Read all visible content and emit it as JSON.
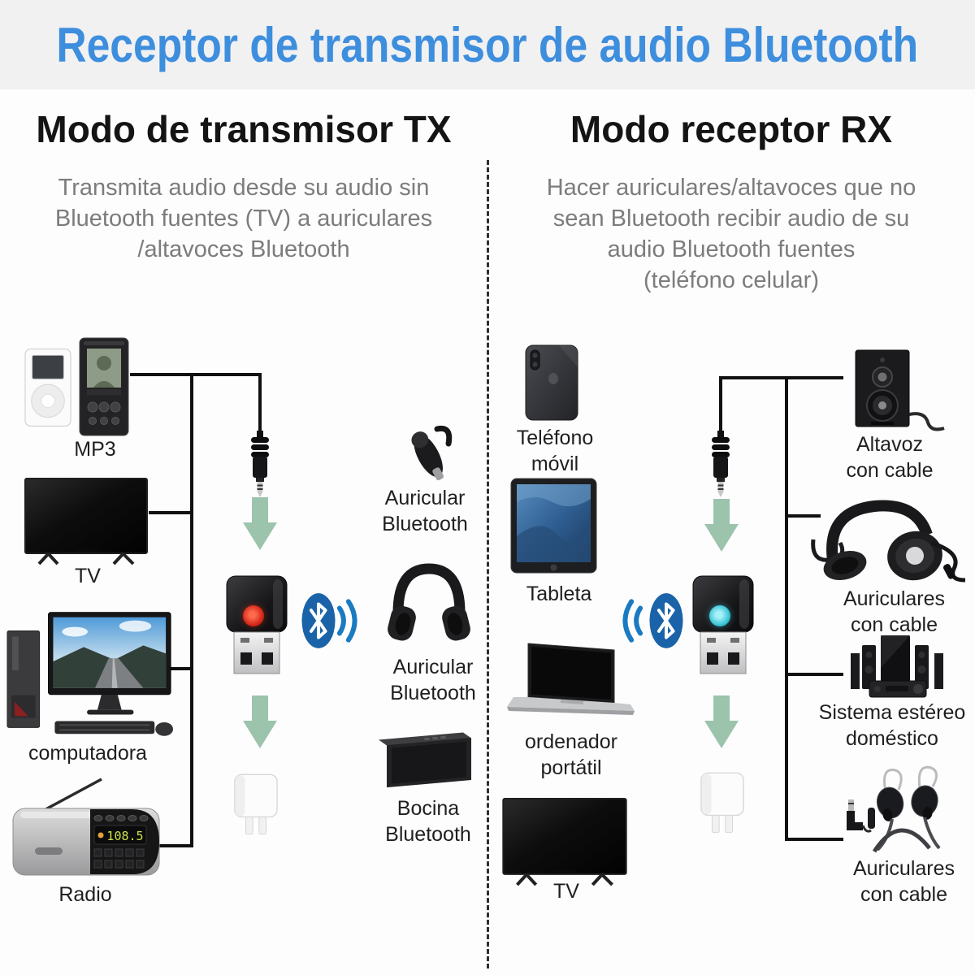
{
  "banner": {
    "title": "Receptor de transmisor de audio Bluetooth"
  },
  "tx": {
    "heading": "Modo de transmisor TX",
    "description": "Transmita audio desde su audio sin\nBluetooth fuentes (TV) a auriculares\n/altavoces Bluetooth",
    "sources": {
      "mp3": "MP3",
      "tv": "TV",
      "computer": "computadora",
      "radio": "Radio"
    },
    "outputs": {
      "earpiece": "Auricular\nBluetooth",
      "headphones": "Auricular\nBluetooth",
      "speaker": "Bocina\nBluetooth"
    }
  },
  "rx": {
    "heading": "Modo receptor RX",
    "description": "Hacer auriculares/altavoces que no\nsean Bluetooth recibir audio de su\naudio Bluetooth fuentes\n(teléfono celular)",
    "sources": {
      "phone": "Teléfono\nmóvil",
      "tablet": "Tableta",
      "laptop": "ordenador\nportátil",
      "tv": "TV"
    },
    "outputs": {
      "speaker": "Altavoz\ncon cable",
      "headphones": "Auriculares\ncon cable",
      "stereo": "Sistema estéreo\ndoméstico",
      "earbuds": "Auriculares\ncon cable"
    }
  },
  "radio": {
    "frequency": "108.5"
  },
  "colors": {
    "title_blue": "#3e8ede",
    "heading_black": "#141414",
    "body_gray": "#7c7c7c",
    "arrow_green": "#9cc3ac",
    "bluetooth_circle_blue": "#1a63a8",
    "bluetooth_wave_blue": "#1a7ac2",
    "dongle_led_tx": "#d7291a",
    "dongle_led_rx": "#3fc6d8",
    "wire_black": "#111111"
  }
}
